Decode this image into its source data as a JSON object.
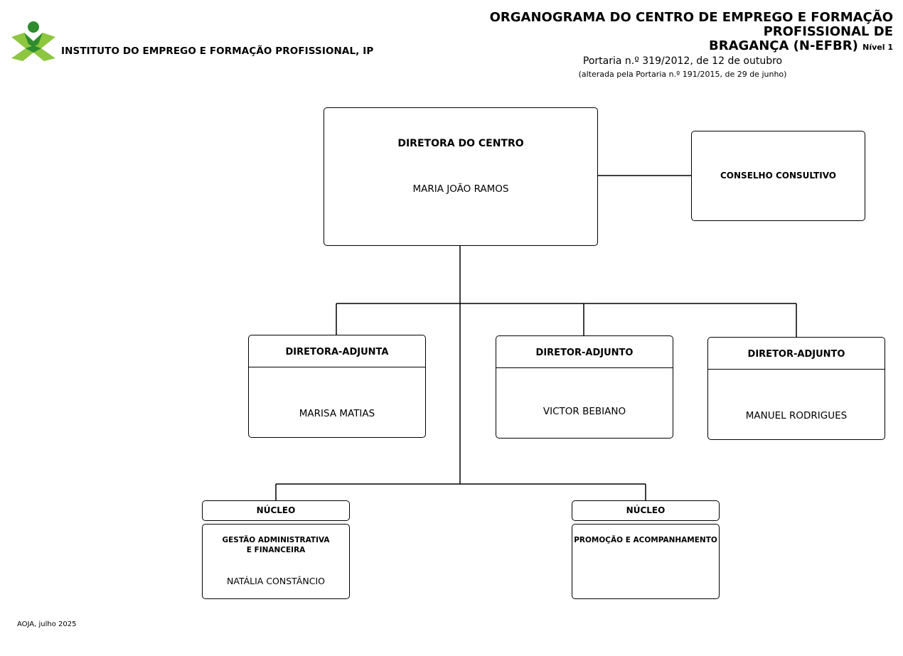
{
  "header": {
    "institute_name": "INSTITUTO DO EMPREGO E FORMAÇÃO PROFISSIONAL, IP",
    "title_line1": "ORGANOGRAMA DO  CENTRO DE EMPREGO E FORMAÇÃO PROFISSIONAL DE",
    "title_line2": "BRAGANÇA (N-EFBR)",
    "level": "Nível 1",
    "portaria": "Portaria n.º 319/2012, de 12 de outubro",
    "portaria_alt": "(alterada pela Portaria n.º 191/2015, de 29 de junho)"
  },
  "logo": {
    "icon": "iefp-logo-icon",
    "colors": [
      "#2e8b2e",
      "#8dc63f"
    ]
  },
  "director": {
    "role": "DIRETORA DO CENTRO",
    "name": "MARIA JOÃO RAMOS"
  },
  "council": {
    "role": "CONSELHO CONSULTIVO"
  },
  "deputies": [
    {
      "role": "DIRETORA-ADJUNTA",
      "name": "MARISA MATIAS"
    },
    {
      "role": "DIRETOR-ADJUNTO",
      "name": "VICTOR BEBIANO"
    },
    {
      "role": "DIRETOR-ADJUNTO",
      "name": "MANUEL RODRIGUES"
    }
  ],
  "nucleos": [
    {
      "head": "NÚCLEO",
      "unit_line1": "GESTÃO ADMINISTRATIVA",
      "unit_line2": "E FINANCEIRA",
      "name": "NATÁLIA CONSTÂNCIO"
    },
    {
      "head": "NÚCLEO",
      "unit_line1": "PROMOÇÃO E ACOMPANHAMENTO",
      "unit_line2": "",
      "name": ""
    }
  ],
  "footer": {
    "text": "AOJA, julho 2025"
  }
}
